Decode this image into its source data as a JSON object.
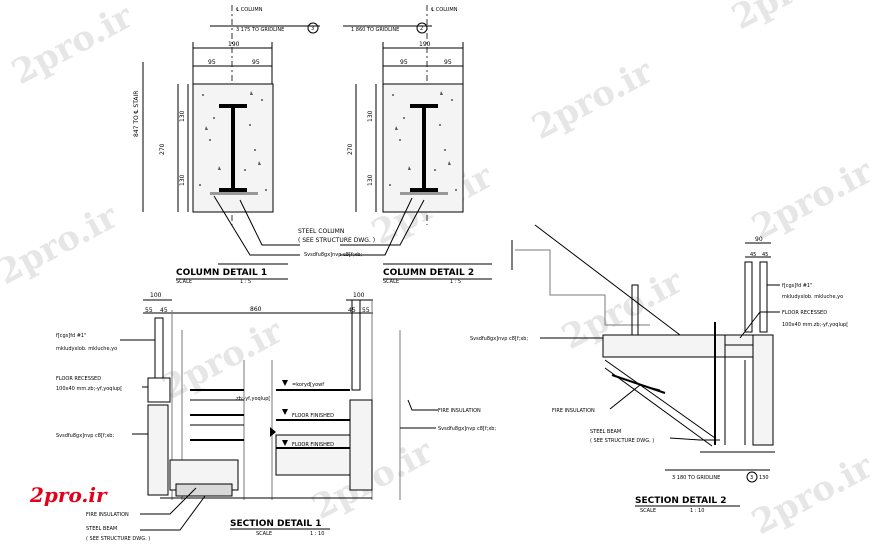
{
  "watermark": "2pro.ir",
  "logo_text": "2pro.ir",
  "column_detail_1": {
    "centerline": "℄ COLUMN",
    "gridline_ref": "3 175 TO GRIDLINE",
    "grid_bubble": "3",
    "dim_total": "190",
    "dim_left": "95",
    "dim_right": "95",
    "dim_height": "270",
    "dim_upper": "130",
    "dim_lower": "130",
    "stair_ref": "847 TO ℄ STAIR",
    "title": "COLUMN DETAIL  1",
    "scale_label": "SCALE",
    "scale_value": "1 : 5"
  },
  "column_detail_2": {
    "centerline": "℄ COLUMN",
    "gridline_ref": "1 860 TO GRIDLINE",
    "grid_bubble": "2",
    "dim_total": "190",
    "dim_left": "95",
    "dim_right": "95",
    "dim_height": "270",
    "dim_upper": "130",
    "dim_lower": "130",
    "title": "COLUMN DETAIL  2",
    "scale_label": "SCALE",
    "scale_value": "1 : 5"
  },
  "shared_labels": {
    "steel_column": "STEEL COLUMN",
    "see_structure": "( SEE STRUCTURE DWG. )",
    "ref_note": "Svsdfu8gx]nvp c8[f;xb;"
  },
  "section_detail_1": {
    "dim_left_total": "100",
    "dim_left_a": "55",
    "dim_left_b": "45",
    "dim_span": "860",
    "dim_right_total": "100",
    "dim_right_a": "45",
    "dim_right_b": "55",
    "note_top_1": "f[cgs]fd #1\"",
    "note_top_2": "mkludyxlob. mkluche,yo",
    "floor_recessed": "FLOOR RECESSED",
    "recessed_size": "100x40 mm.zb;-yf,yoqlup[",
    "left_ref": "Svsdfu8gx]nvp c8[f;xb;",
    "level_top": "=koryd[yowf",
    "level_mid": "zb;-yf,yoqlup[",
    "floor_finished_1": "FLOOR FINISHED",
    "floor_finished_2": "FLOOR FINISHED",
    "fire_insulation_right": "FIRE INSULATION",
    "right_ref": "Svsdfu8gx]nvp c8[f;xb;",
    "fire_insulation_bottom": "FIRE INSULATION",
    "steel_beam": "STEEL BEAM",
    "see_structure": "( SEE STRUCTURE DWG. )",
    "title": "SECTION DETAIL 1",
    "scale_label": "SCALE",
    "scale_value": "1 : 10"
  },
  "section_detail_2": {
    "dim_top": "90",
    "dim_a": "45",
    "dim_b": "45",
    "note_top_1": "f[cgs]fd #1\"",
    "note_top_2": "mkludyxlob. mkluche,yo",
    "floor_recessed": "FLOOR RECESSED",
    "recessed_size": "100x40 mm.zb;-yf,yoqlup[",
    "left_ref": "Svsdfu8gx]nvp c8[f;xb;",
    "fire_insulation": "FIRE INSULATION",
    "steel_beam": "STEEL BEAM",
    "see_structure": "( SEE STRUCTURE DWG. )",
    "gridline_ref": "3 180 TO GRIDLINE",
    "grid_bubble": "3",
    "gridline_extra": "130",
    "title": "SECTION DETAIL 2",
    "scale_label": "SCALE",
    "scale_value": "1 : 10"
  }
}
